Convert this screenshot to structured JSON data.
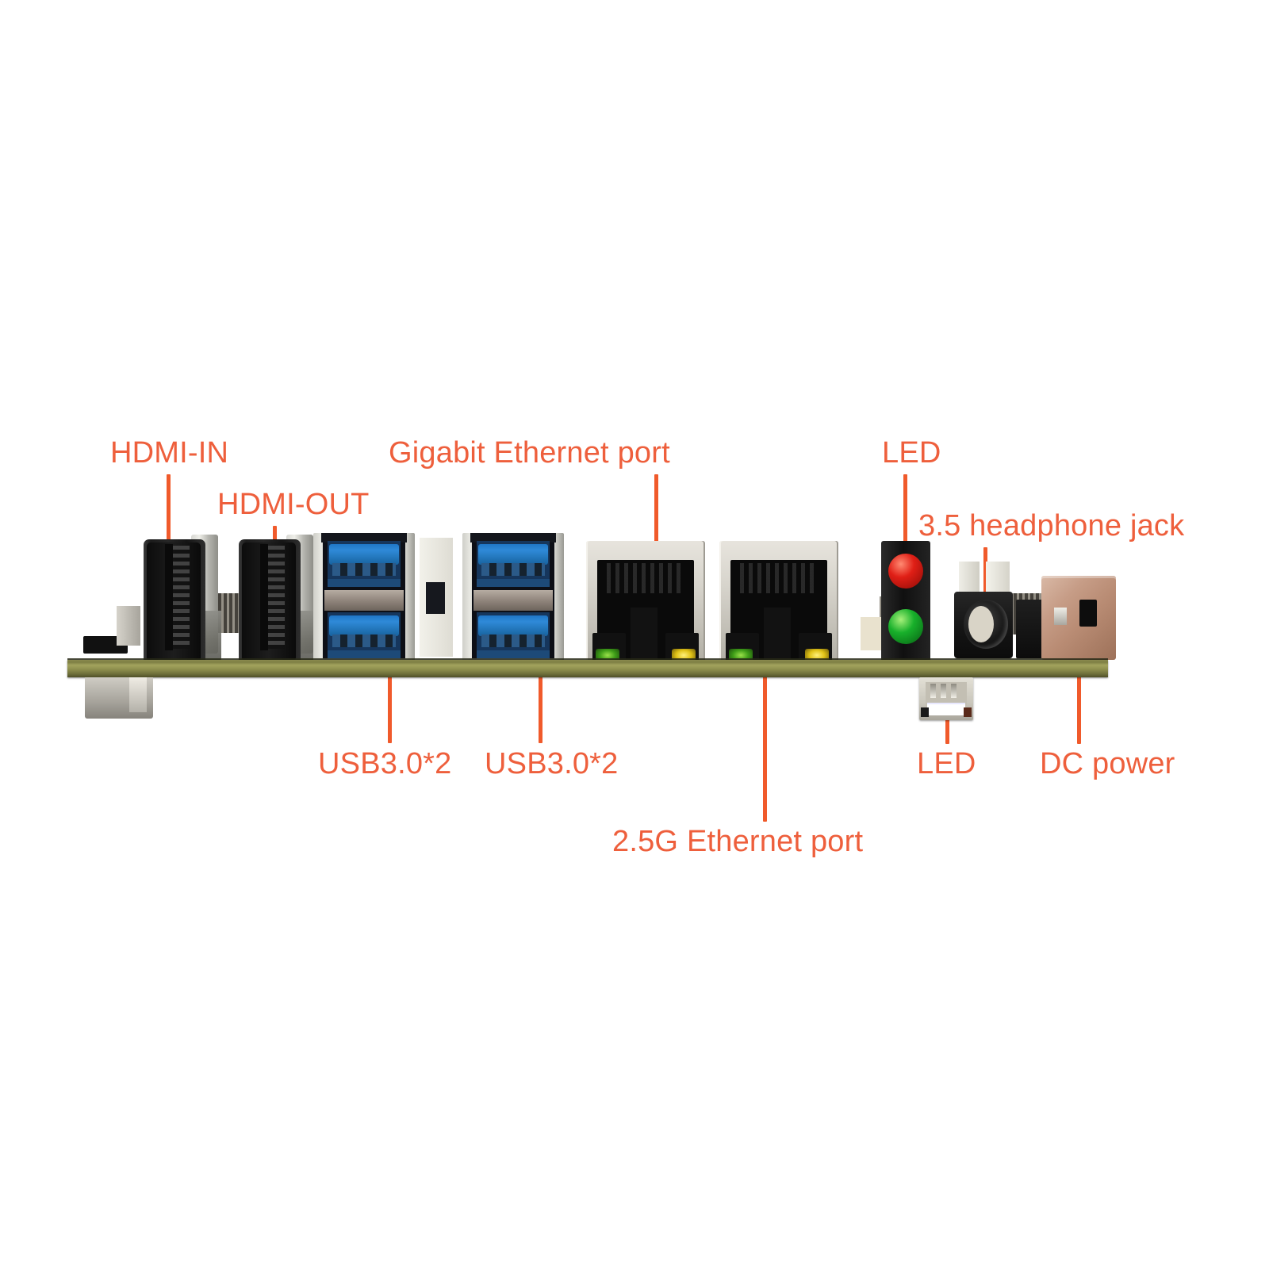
{
  "image": {
    "subject": "Single board computer rear I/O panel",
    "background_color": "#FFFFFF",
    "annotation_color": "#EE5F3C"
  },
  "annotations": [
    {
      "id": "hdmi-in",
      "label": "HDMI-IN",
      "position": "above-left"
    },
    {
      "id": "hdmi-out",
      "label": "HDMI-OUT",
      "position": "above-left"
    },
    {
      "id": "gigabit-ethernet",
      "label": "Gigabit Ethernet port",
      "position": "above-center"
    },
    {
      "id": "led-top",
      "label": "LED",
      "position": "above-right"
    },
    {
      "id": "headphone-jack",
      "label": "3.5 headphone jack",
      "position": "above-right"
    },
    {
      "id": "usb-left",
      "label": "USB3.0*2",
      "position": "below-left"
    },
    {
      "id": "usb-right",
      "label": "USB3.0*2",
      "position": "below-left"
    },
    {
      "id": "ethernet-25g",
      "label": "2.5G Ethernet port",
      "position": "below-center"
    },
    {
      "id": "led-bottom",
      "label": "LED",
      "position": "below-right"
    },
    {
      "id": "dc-power",
      "label": "DC power",
      "position": "below-right"
    }
  ],
  "ports": {
    "hdmi_in": {
      "name": "HDMI-IN port",
      "type": "hdmi"
    },
    "hdmi_out": {
      "name": "HDMI-OUT port",
      "type": "hdmi"
    },
    "usb_stack_left": {
      "name": "USB 3.0 dual stack (left)",
      "count": 2,
      "color": "#1f76c6"
    },
    "usb_stack_right": {
      "name": "USB 3.0 dual stack (right)",
      "count": 2,
      "color": "#1f76c6"
    },
    "rj45_gigabit": {
      "name": "Gigabit Ethernet RJ45",
      "link_led": "#3f9e18",
      "act_led": "#e0c216"
    },
    "rj45_25g": {
      "name": "2.5G Ethernet RJ45",
      "link_led": "#3f9e18",
      "act_led": "#e0c216"
    },
    "led_indicator": {
      "name": "Power/Status LED pair",
      "red": "#e01f16",
      "green": "#18b02b"
    },
    "audio_jack": {
      "name": "3.5mm headphone jack",
      "color": "#1a1a1a"
    },
    "dc_jack": {
      "name": "DC power jack",
      "color": "#c69c86"
    },
    "led_header": {
      "name": "LED 4-pin header",
      "pins": 4
    }
  },
  "pcb": {
    "color": "#8c8d4c",
    "edge_color": "#4e4f28"
  }
}
